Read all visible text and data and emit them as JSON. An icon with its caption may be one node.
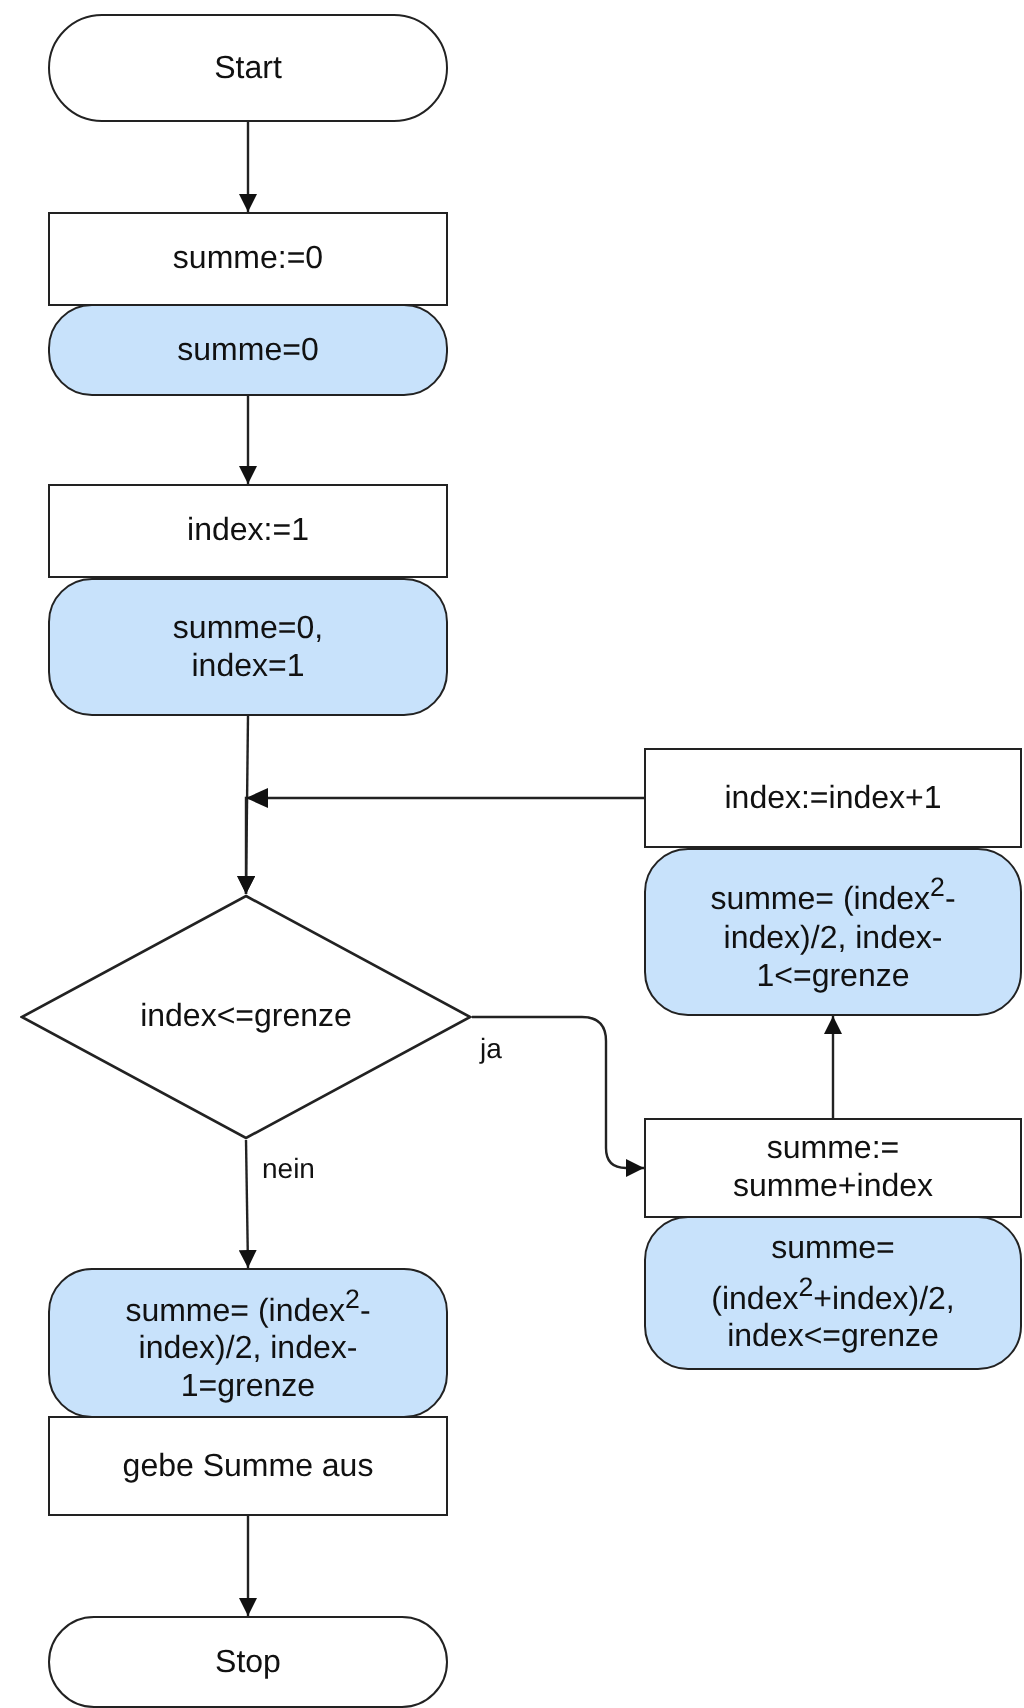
{
  "diagram": {
    "nodes": [
      {
        "text": [
          "Start"
        ]
      },
      {
        "text": [
          "summe:=0"
        ]
      },
      {
        "text": [
          "summe=0"
        ]
      },
      {
        "text": [
          "index:=1"
        ]
      },
      {
        "text": [
          "summe=0, index=1"
        ]
      },
      {
        "text": [
          "index<=grenze"
        ]
      },
      {
        "text": [
          "index:=index+1"
        ]
      },
      {
        "text": [
          "summe= (index$^{2}$-index)/2, index-1<=grenze"
        ]
      },
      {
        "text": [
          "summe:= summe+index"
        ]
      },
      {
        "text": [
          "summe= (index$^{2}$+index)/2, index<=grenze"
        ]
      },
      {
        "text": [
          "summe= (index$^{2}$-index)/2, index-1=grenze"
        ]
      },
      {
        "text": [
          "gebe Summe aus"
        ]
      },
      {
        "text": [
          "Stop"
        ]
      }
    ],
    "edges": [
      {
        "from": 0,
        "to": 1,
        "arrow": "to"
      },
      {
        "from": 2,
        "to": 3,
        "arrow": "to"
      },
      {
        "from": 4,
        "to": 5,
        "arrow": "to"
      },
      {
        "from": 6,
        "to": 5,
        "arrow": "to"
      },
      {
        "from": 5,
        "to": 8,
        "label": "ja",
        "arrow": "to"
      },
      {
        "from": 8,
        "to": 7,
        "arrow": "to"
      },
      {
        "from": 5,
        "to": 10,
        "label": "nein",
        "arrow": "to"
      },
      {
        "from": 11,
        "to": 12,
        "arrow": "to"
      }
    ]
  }
}
